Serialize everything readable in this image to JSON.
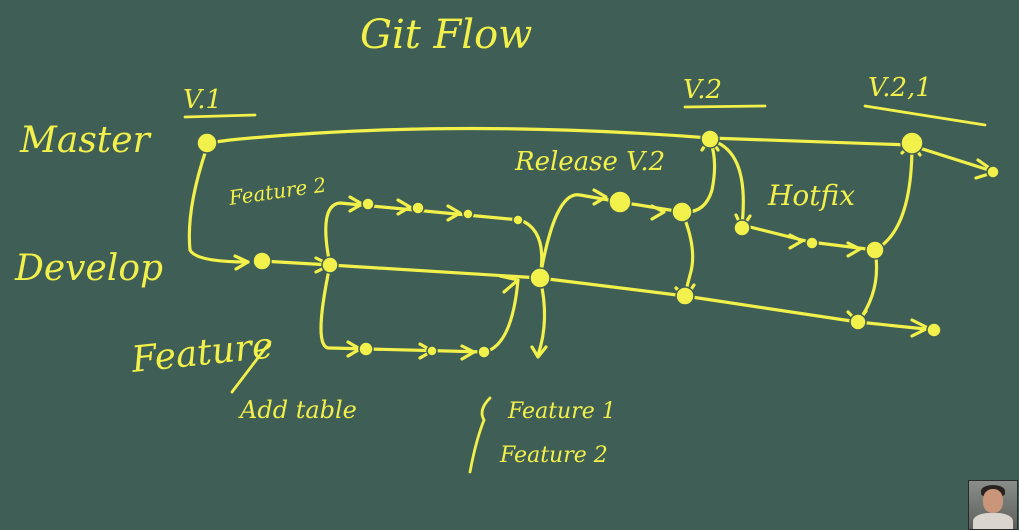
{
  "title": "Git Flow",
  "branches": {
    "master": "Master",
    "develop": "Develop",
    "feature": "Feature"
  },
  "versions": {
    "v1": "V.1",
    "v2": "V.2",
    "v21": "V.2,1"
  },
  "labels": {
    "feature2": "Feature 2",
    "release": "Release V.2",
    "hotfix": "Hotfix",
    "add_table": "Add table"
  },
  "notes": [
    "Feature 1",
    "Feature 2"
  ],
  "colors": {
    "board": "#3f5e55",
    "chalk": "#f2f04a"
  }
}
